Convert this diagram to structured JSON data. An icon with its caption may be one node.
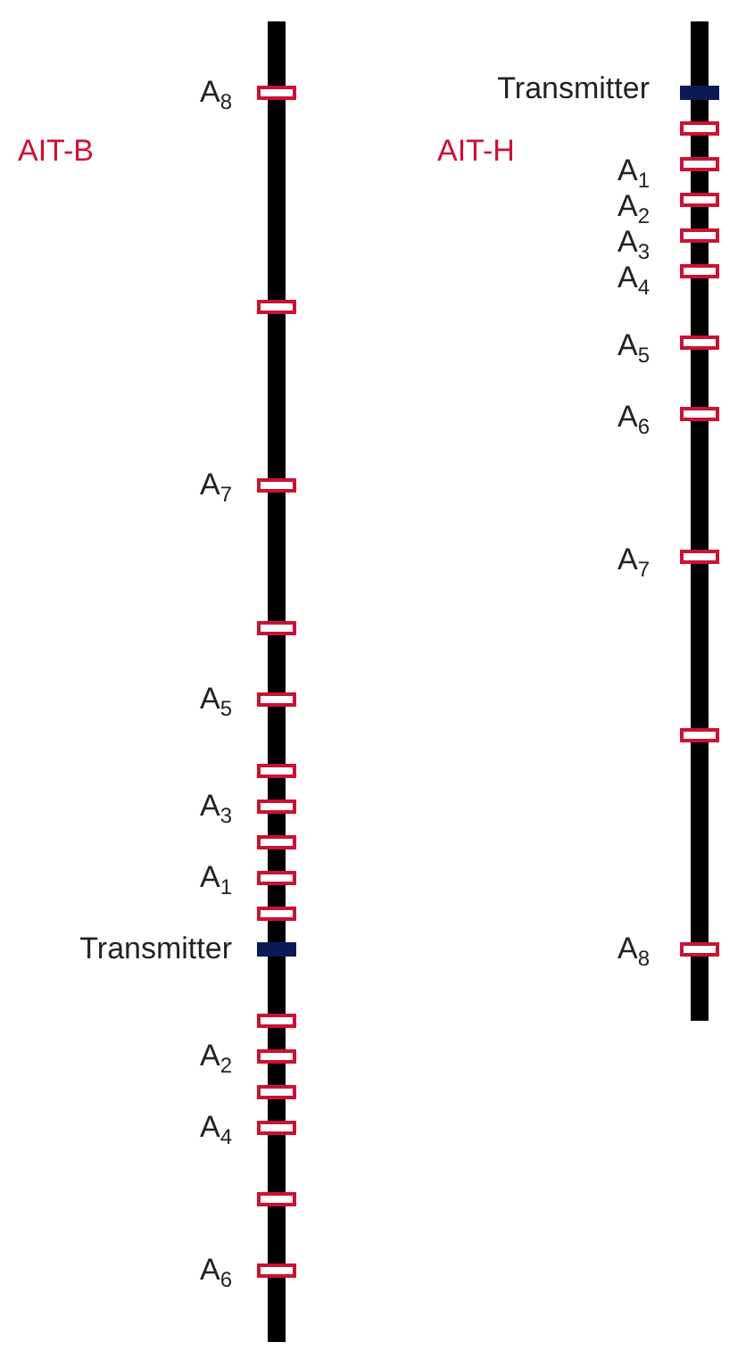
{
  "diagram": {
    "labels": [
      "AIT-B",
      "A$_{8}$",
      "A$_{7}$",
      "A$_{5}$",
      "A$_{3}$",
      "A$_{1}$",
      "Transmitter",
      "A$_{2}$",
      "A$_{4}$",
      "A$_{6}$",
      "AIT-H",
      "Transmitter",
      "A$_{1}$",
      "A$_{2}$",
      "A$_{3}$",
      "A$_{4}$",
      "A$_{5}$",
      "A$_{6}$",
      "A$_{7}$",
      "A$_{8}$"
    ]
  }
}
